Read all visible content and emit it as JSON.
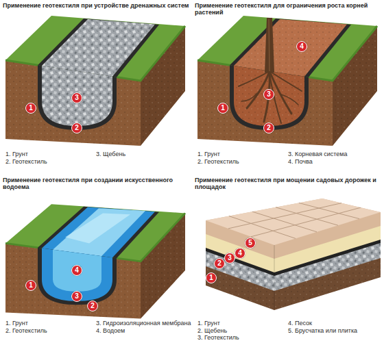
{
  "diagram": {
    "nodes": [
      {
        "text": [
          "1"
        ]
      },
      {
        "text": [
          "2"
        ]
      },
      {
        "text": [
          "3"
        ]
      },
      {
        "text": [
          "1"
        ]
      },
      {
        "text": [
          "2"
        ]
      },
      {
        "text": [
          "3"
        ]
      },
      {
        "text": [
          "4"
        ]
      },
      {
        "text": [
          "1"
        ]
      },
      {
        "text": [
          "2"
        ]
      },
      {
        "text": [
          "3"
        ]
      },
      {
        "text": [
          "4"
        ]
      },
      {
        "text": [
          "1"
        ]
      },
      {
        "text": [
          "2"
        ]
      },
      {
        "text": [
          "3"
        ]
      },
      {
        "text": [
          "4"
        ]
      },
      {
        "text": [
          "5"
        ]
      }
    ],
    "labels": [
      "Применение геотекстиля при устройстве дренажных систем",
      "1. Грунт",
      "2. Геотекстиль",
      "3. Щебень",
      "Применение геотекстиля для ограничения роста корней растений",
      "1. Грунт",
      "2. Геотекстиль",
      "3. Корневая система",
      "4. Почва",
      "Применение геотекстиля при создании искусственного водоема",
      "1. Грунт",
      "2. Геотекстиль",
      "3. Гидроизоляционная мембрана",
      "4. Водоем",
      "Применение геотекстиля при мощении садовых дорожек и площадок",
      "1. Грунт",
      "2. Щебень",
      "3. Геотекстиль",
      "4. Песок",
      "5. Брусчатка или плитка"
    ]
  }
}
